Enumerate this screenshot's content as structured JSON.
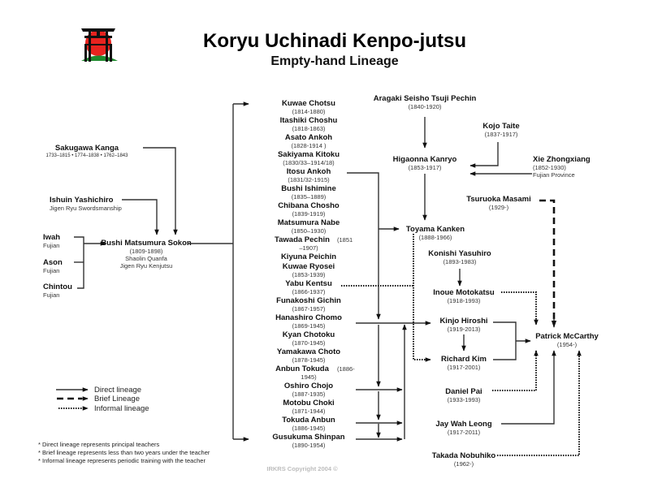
{
  "header": {
    "title": "Koryu Uchinadi Kenpo-jutsu",
    "subtitle": "Empty-hand Lineage",
    "logo": "torii-gate-rising-sun-logo"
  },
  "left_column": {
    "sakugawa": {
      "name": "Sakugawa Kanga",
      "dates": "1733–1815 • 1774–1838 • 1762–1843"
    },
    "ishuin": {
      "name": "Ishuin Yashichiro",
      "note": "Jigen Ryu Swordsmanship"
    },
    "iwah": {
      "name": "Iwah",
      "note": "Fujian"
    },
    "ason": {
      "name": "Ason",
      "note": "Fujian"
    },
    "chintou": {
      "name": "Chintou",
      "note": "Fujian"
    },
    "matsumura": {
      "name": "Bushi Matsumura Sokon",
      "dates": "(1809-1898)",
      "note1": "Shaolin Quanfa",
      "note2": "Jigen Ryu Kenjutsu"
    }
  },
  "center_column": [
    {
      "name": "Kuwae Chotsu",
      "dates": "(1814-1880)"
    },
    {
      "name": "Itashiki Choshu",
      "dates": "(1818-1863)"
    },
    {
      "name": "Asato Ankoh",
      "dates": "(1828-1914 )"
    },
    {
      "name": "Sakiyama Kitoku",
      "dates": "(1830/33–1914/18)"
    },
    {
      "name": "Itosu Ankoh",
      "dates": "(1831/32-1915)"
    },
    {
      "name": "Bushi Ishimine",
      "dates": "(1835–1889)"
    },
    {
      "name": "Chibana Chosho",
      "dates": "(1839-1919)"
    },
    {
      "name": "Matsumura Nabe",
      "dates": "(1850–1930)"
    },
    {
      "name": "Tawada Pechin",
      "dates_inline": "(1851",
      "dates": "–1907)"
    },
    {
      "name": "Kiyuna Peichin"
    },
    {
      "name": "Kuwae Ryosei",
      "dates": "(1853-1939)"
    },
    {
      "name": "Yabu Kentsu",
      "dates": "(1866-1937)"
    },
    {
      "name": "Funakoshi Gichin",
      "dates": "(1867-1957)"
    },
    {
      "name": "Hanashiro Chomo",
      "dates": "(1869-1945)"
    },
    {
      "name": "Kyan Chotoku",
      "dates": "(1870-1945)"
    },
    {
      "name": "Yamakawa Choto",
      "dates": "(1878-1945)"
    },
    {
      "name": "Anbun Tokuda",
      "dates_inline": "(1886-",
      "dates": "1945)"
    },
    {
      "name": "Oshiro Chojo",
      "dates": "(1887-1935)"
    },
    {
      "name": "Motobu Choki",
      "dates": "(1871-1944)"
    },
    {
      "name": "Tokuda Anbun",
      "dates": "(1886-1945)"
    },
    {
      "name": "Gusukuma Shinpan",
      "dates": "(1890-1954)"
    }
  ],
  "right_column": {
    "aragaki": {
      "name": "Aragaki Seisho Tsuji Pechin",
      "dates": "(1840-1920)"
    },
    "kojo": {
      "name": "Kojo Taite",
      "dates": "(1837-1917)"
    },
    "higaonna": {
      "name": "Higaonna Kanryo",
      "dates": "(1853-1917)"
    },
    "xie": {
      "name": "Xie Zhongxiang",
      "dates": "(1852-1930)",
      "note": "Fujian Province"
    },
    "tsuruoka": {
      "name": "Tsuruoka Masami",
      "dates": "(1929-)"
    },
    "toyama": {
      "name": "Toyama Kanken",
      "dates": "(1888-1966)"
    },
    "konishi": {
      "name": "Konishi Yasuhiro",
      "dates": "(1893-1983)"
    },
    "inoue": {
      "name": "Inoue Motokatsu",
      "dates": "(1918-1993)"
    },
    "kinjo": {
      "name": "Kinjo Hiroshi",
      "dates": "(1919-2013)"
    },
    "kim": {
      "name": "Richard Kim",
      "dates": "(1917-2001)"
    },
    "mccarthy": {
      "name": "Patrick McCarthy",
      "dates": "(1954-)"
    },
    "pai": {
      "name": "Daniel Pai",
      "dates": "(1933-1993)"
    },
    "leong": {
      "name": "Jay Wah Leong",
      "dates": "(1917-2011)"
    },
    "takada": {
      "name": "Takada Nobuhiko",
      "dates": "(1962-)"
    }
  },
  "legend": {
    "direct": "Direct lineage",
    "brief": "Brief Lineage",
    "informal": "Informal lineage"
  },
  "notes": [
    "* Direct lineage represents principal teachers",
    "* Brief lineage represents less than two years under the teacher",
    "* Informal lineage represents periodic training with the teacher"
  ],
  "footer": {
    "copyright": "IRKRS Copyright 2004 ©"
  },
  "colors": {
    "sun_red": "#e8231f",
    "hill_green": "#1e8a2e",
    "line": "#333333",
    "copyright_gray": "#bdbdbd"
  }
}
